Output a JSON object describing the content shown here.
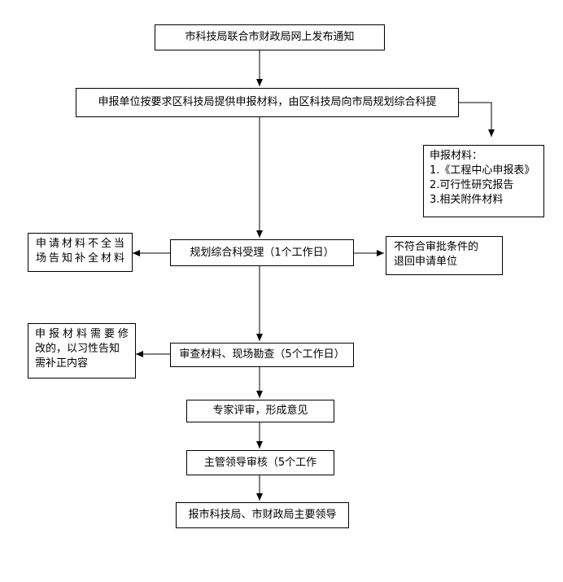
{
  "flowchart": {
    "nodes": {
      "notice": "市科技局联合市财政局网上发布通知",
      "submit": "申报单位按要求区科技局提供申报材料，由区科技局向市局规划综合科提",
      "materials": {
        "title": "申报材料：",
        "items": [
          "1.《工程中心申报表》",
          "2.可行性研究报告",
          "3.相关附件材料"
        ]
      },
      "accept": "规划综合科受理（1个工作日）",
      "incomplete": [
        "申请材料不全当",
        "场告知补全材料"
      ],
      "reject": [
        "不符合审批条件的",
        "退回申请单位"
      ],
      "review": "审查材料、现场勘查（5个工作日）",
      "revise": [
        "申报材料需要修",
        "改的，以习性告知",
        "需补正内容"
      ],
      "expert": "专家评审，形成意见",
      "leader": "主管领导审核（5个工作",
      "report": "报市科技局、市财政局主要领导"
    }
  }
}
